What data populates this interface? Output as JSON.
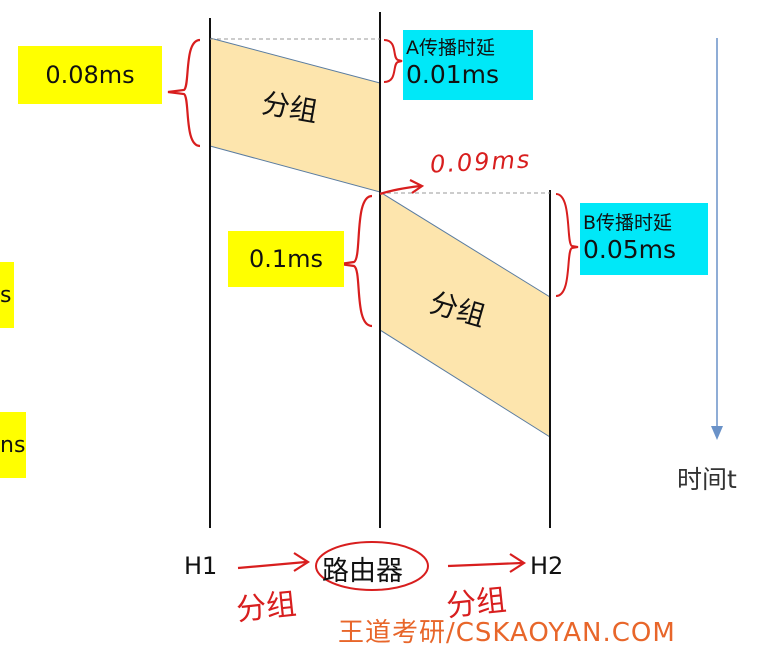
{
  "nodes": {
    "h1": "H1",
    "router": "路由器",
    "h2": "H2"
  },
  "packet_label": "分组",
  "handwritten_packet_label": "分组",
  "time_axis_label": "时间t",
  "link_a": {
    "transmission_delay": "0.08ms",
    "propagation_title": "A传播时延",
    "propagation_delay": "0.01ms"
  },
  "link_b": {
    "transmission_delay": "0.1ms",
    "propagation_title": "B传播时延",
    "propagation_delay": "0.05ms"
  },
  "handwritten_router_time": "0.09ms",
  "partial_left_labels": [
    "s",
    "ns"
  ],
  "watermark_text": "王道考研/CSKAOYAN.COM",
  "colors": {
    "packet_fill": "#fde5ad",
    "highlight_yellow": "#ffff00",
    "highlight_cyan": "#00e8f8",
    "annotation_red": "#d81e1e",
    "arrow_blue": "#5b8ac8"
  }
}
